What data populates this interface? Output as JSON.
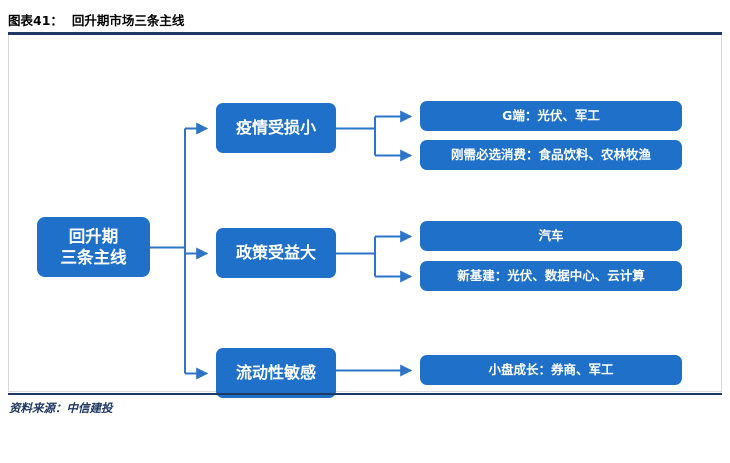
{
  "header": {
    "label_prefix": "图表41：",
    "title": "回升期市场三条主线",
    "accent_color": "#1F3864"
  },
  "diagram": {
    "type": "tree-flowchart",
    "node_color": "#1F70C8",
    "connector_color": "#2E75C8",
    "root": {
      "line1": "回升期",
      "line2": "三条主线"
    },
    "branches": [
      {
        "label": "疫情受损小",
        "children": [
          {
            "label": "G端：光伏、军工"
          },
          {
            "label": "刚需必选消费：食品饮料、农林牧渔"
          }
        ]
      },
      {
        "label": "政策受益大",
        "children": [
          {
            "label": "汽车"
          },
          {
            "label": "新基建：光伏、数据中心、云计算"
          }
        ]
      },
      {
        "label": "流动性敏感",
        "children": [
          {
            "label": "小盘成长：券商、军工"
          }
        ]
      }
    ]
  },
  "footer": {
    "source": "资料来源：中信建投"
  }
}
